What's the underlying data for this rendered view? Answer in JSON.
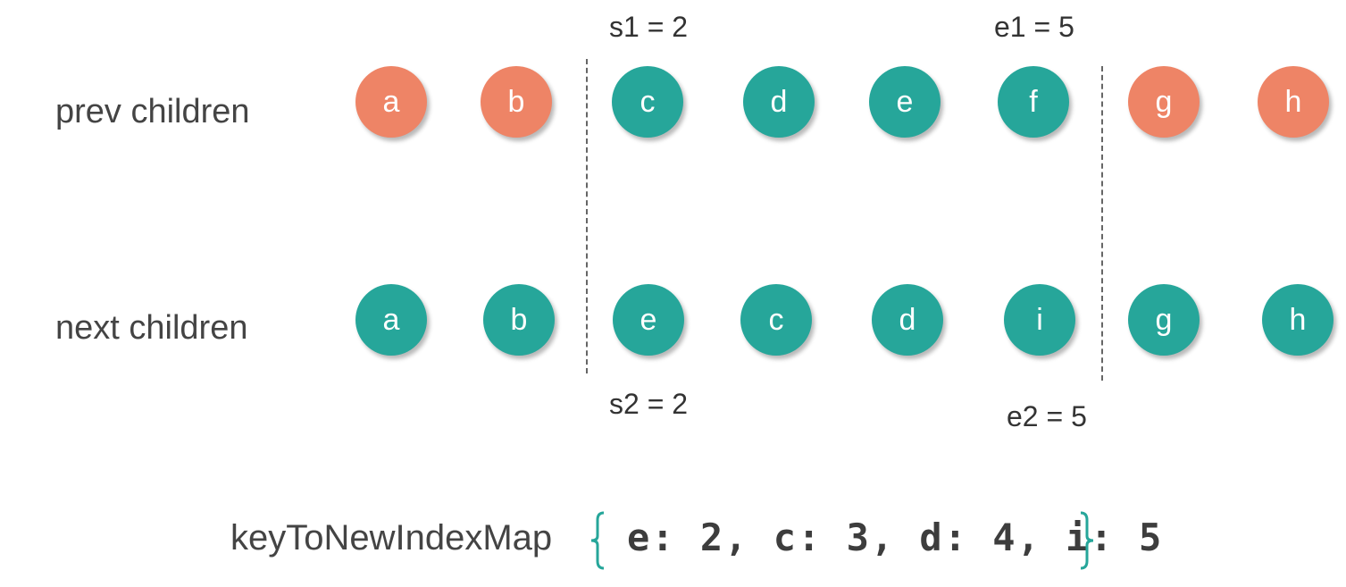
{
  "colors": {
    "changed": "#ee8466",
    "common": "#26a69a",
    "brace": "#26a69a"
  },
  "rows": {
    "prev": {
      "label": "prev children",
      "nodes": [
        {
          "key": "a",
          "color": "orange"
        },
        {
          "key": "b",
          "color": "orange"
        },
        {
          "key": "c",
          "color": "teal"
        },
        {
          "key": "d",
          "color": "teal"
        },
        {
          "key": "e",
          "color": "teal"
        },
        {
          "key": "f",
          "color": "teal"
        },
        {
          "key": "g",
          "color": "orange"
        },
        {
          "key": "h",
          "color": "orange"
        }
      ]
    },
    "next": {
      "label": "next children",
      "nodes": [
        {
          "key": "a",
          "color": "teal"
        },
        {
          "key": "b",
          "color": "teal"
        },
        {
          "key": "e",
          "color": "teal"
        },
        {
          "key": "c",
          "color": "teal"
        },
        {
          "key": "d",
          "color": "teal"
        },
        {
          "key": "i",
          "color": "teal"
        },
        {
          "key": "g",
          "color": "teal"
        },
        {
          "key": "h",
          "color": "teal"
        }
      ]
    }
  },
  "indices": {
    "s1": "s1 = 2",
    "e1": "e1 = 5",
    "s2": "s2 = 2",
    "e2": "e2 = 5"
  },
  "map": {
    "label": "keyToNewIndexMap",
    "content": "e: 2, c: 3, d: 4, i: 5"
  }
}
